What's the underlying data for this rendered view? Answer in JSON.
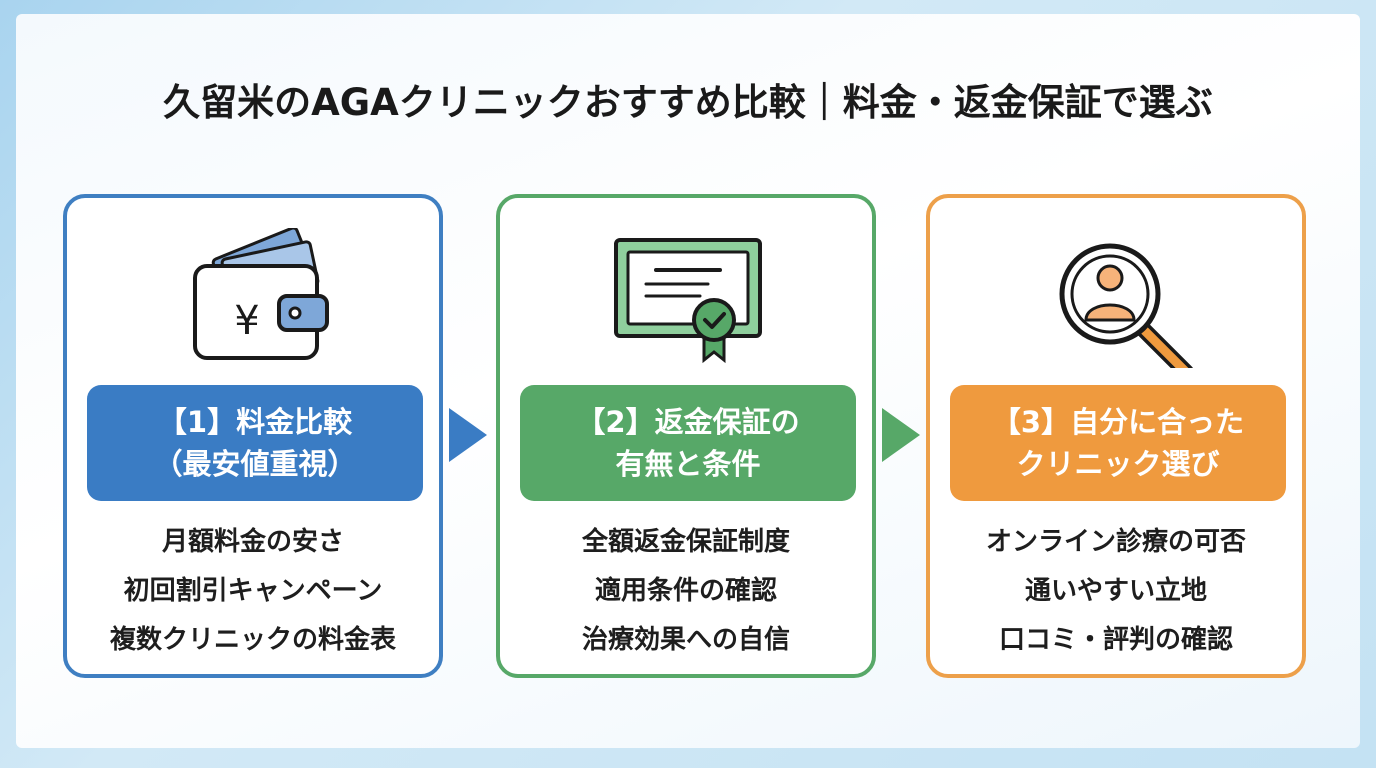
{
  "title": "久留米のAGAクリニックおすすめ比較｜料金・返金保証で選ぶ",
  "cards": [
    {
      "icon": "wallet-yen-icon",
      "color": "#3a7cc4",
      "heading_line1": "【1】料金比較",
      "heading_line2": "（最安値重視）",
      "items": [
        "月額料金の安さ",
        "初回割引キャンペーン",
        "複数クリニックの料金表"
      ]
    },
    {
      "icon": "certificate-check-icon",
      "color": "#57a868",
      "heading_line1": "【2】返金保証の",
      "heading_line2": "有無と条件",
      "items": [
        "全額返金保証制度",
        "適用条件の確認",
        "治療効果への自信"
      ]
    },
    {
      "icon": "magnifier-person-icon",
      "color": "#ef9a3e",
      "heading_line1": "【3】自分に合った",
      "heading_line2": "クリニック選び",
      "items": [
        "オンライン診療の可否",
        "通いやすい立地",
        "口コミ・評判の確認"
      ]
    }
  ]
}
